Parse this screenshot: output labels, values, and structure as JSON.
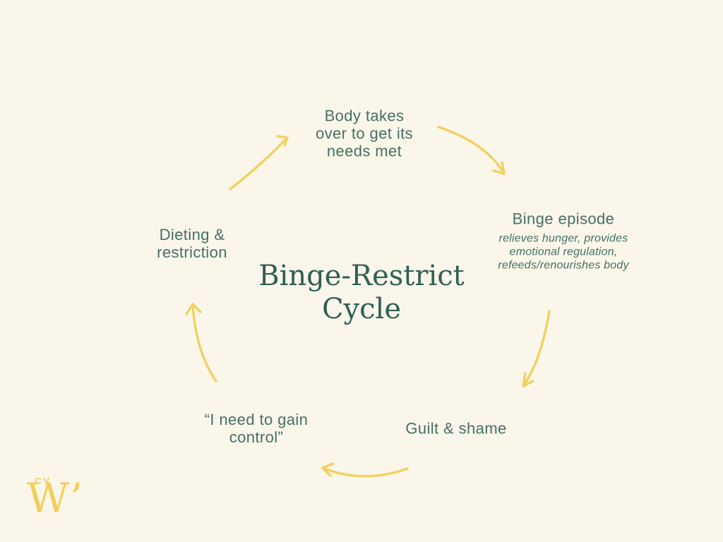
{
  "diagram": {
    "title": "Binge-Restrict Cycle",
    "type": "cycle",
    "colors": {
      "background": "#faf6e9",
      "node_text": "#457065",
      "title_text": "#2e6054",
      "arrow_accent": "#f2d161",
      "logo": "#f2cf5b"
    },
    "nodes": [
      {
        "id": "body-takes-over",
        "label": "Body takes over to get its needs met"
      },
      {
        "id": "binge-episode",
        "label": "Binge episode",
        "sublabel": "relieves hunger, provides emotional regulation, refeeds/renourishes body"
      },
      {
        "id": "guilt-shame",
        "label": "Guilt & shame"
      },
      {
        "id": "need-to-gain-control",
        "label": "“I need to gain control”"
      },
      {
        "id": "dieting-restriction",
        "label": "Dieting & restriction"
      }
    ],
    "flow_order": [
      "body-takes-over",
      "binge-episode",
      "guilt-shame",
      "need-to-gain-control",
      "dieting-restriction"
    ],
    "logo": {
      "initials": "CV",
      "letter": "W’"
    }
  }
}
